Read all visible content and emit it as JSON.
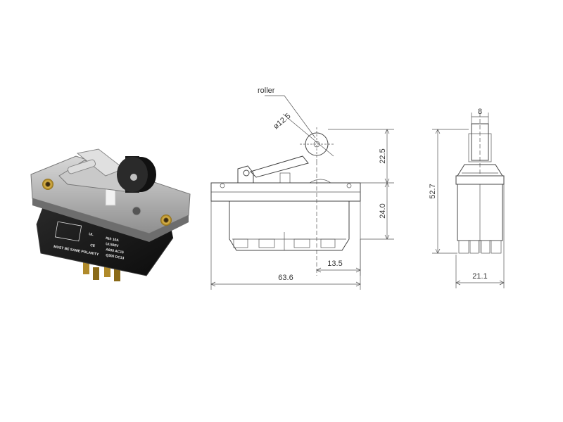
{
  "photo": {
    "label_lines": [
      "MUST BE SAME POLARITY",
      "Rth 10A",
      "Ui:500V",
      "A600 AC15",
      "Q300 DC13"
    ],
    "mark_ce": "CE",
    "mark_ul": "UL"
  },
  "front_view": {
    "roller_label": "roller",
    "roller_diameter": "ø12.5",
    "dim_height_top": "22.5",
    "dim_height_body": "24.0",
    "dim_offset": "13.5",
    "dim_width": "63.6"
  },
  "side_view": {
    "dim_roller_width": "8",
    "dim_total_height": "52.7",
    "dim_width": "21.1"
  },
  "colors": {
    "body": "#1a1a1a",
    "plate": "#b9b9b9",
    "brass": "#c9a227",
    "line": "#444444"
  }
}
